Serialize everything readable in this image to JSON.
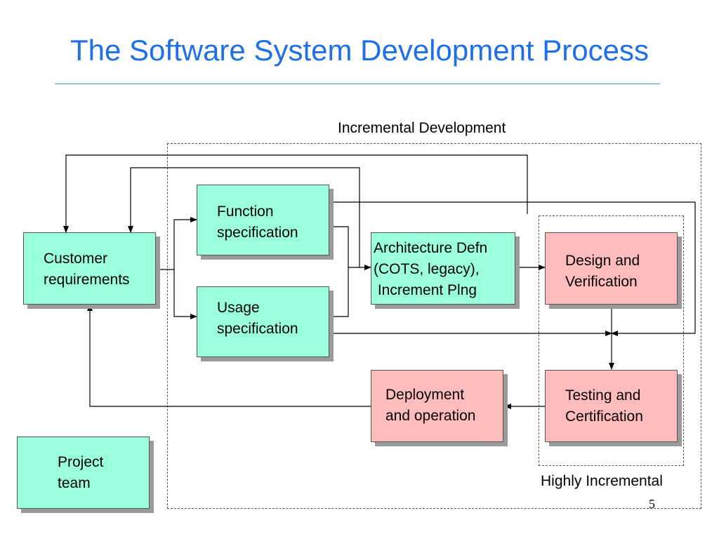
{
  "slide": {
    "title": "The Software System Development Process",
    "page_number": "5"
  },
  "regions": {
    "incremental": "Incremental Development",
    "highly_incremental": "Highly Incremental"
  },
  "boxes": {
    "customer_requirements": "Customer\nrequirements",
    "function_specification": "Function\nspecification",
    "usage_specification": "Usage\nspecification",
    "architecture": "Architecture Defn\n(COTS, legacy),\n Increment Plng",
    "design_verification": "Design and\nVerification",
    "testing_certification": "Testing and\nCertification",
    "deployment_operation": "Deployment\nand operation",
    "project_team": "Project\nteam"
  },
  "colors": {
    "title": "#1f6fe6",
    "teal_box": "#99ffdd",
    "pink_box": "#ffbcbc"
  }
}
